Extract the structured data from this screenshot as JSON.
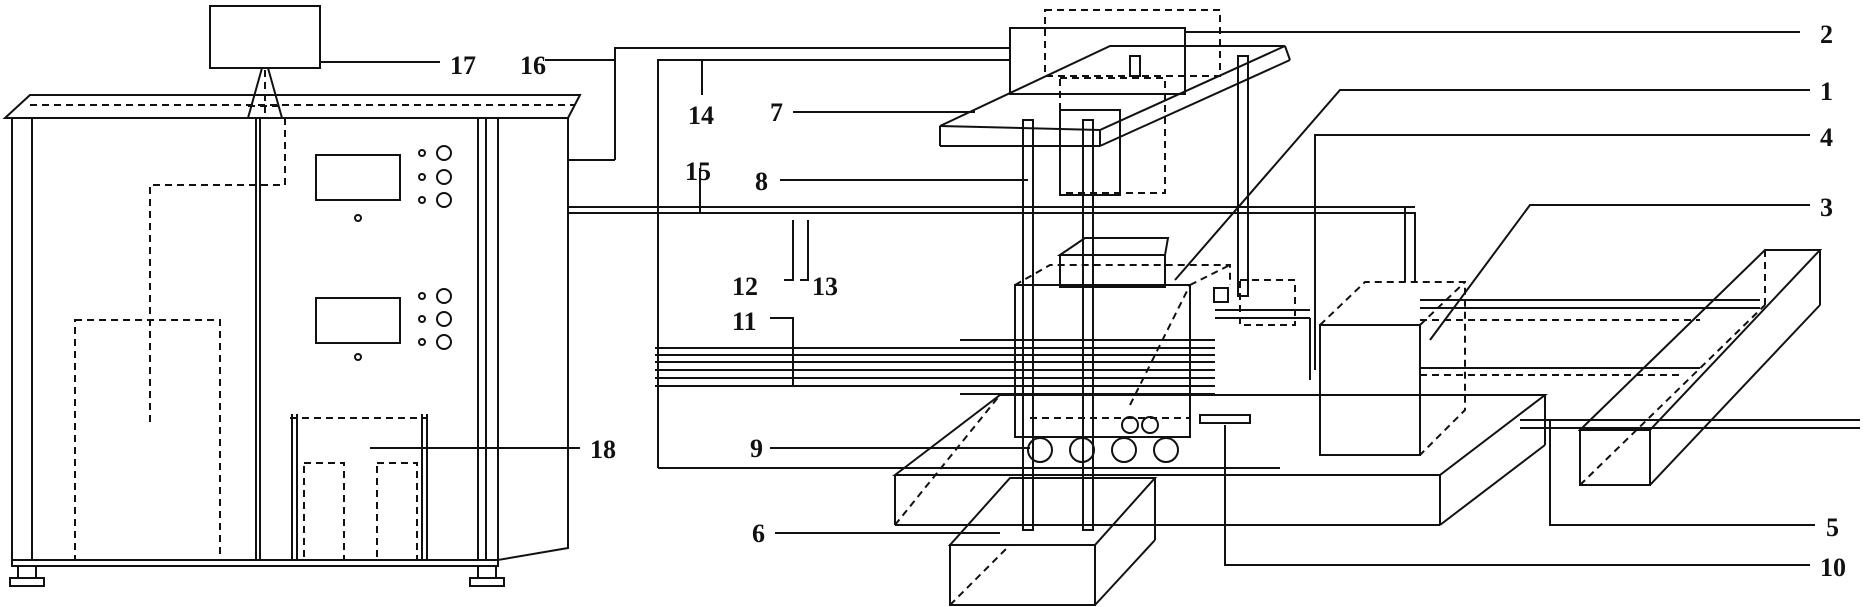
{
  "diagram": {
    "labels": {
      "l1": "1",
      "l2": "2",
      "l3": "3",
      "l4": "4",
      "l5": "5",
      "l6": "6",
      "l7": "7",
      "l8": "8",
      "l9": "9",
      "l10": "10",
      "l11": "11",
      "l12": "12",
      "l13": "13",
      "l14": "14",
      "l15": "15",
      "l16": "16",
      "l17": "17",
      "l18": "18"
    }
  }
}
